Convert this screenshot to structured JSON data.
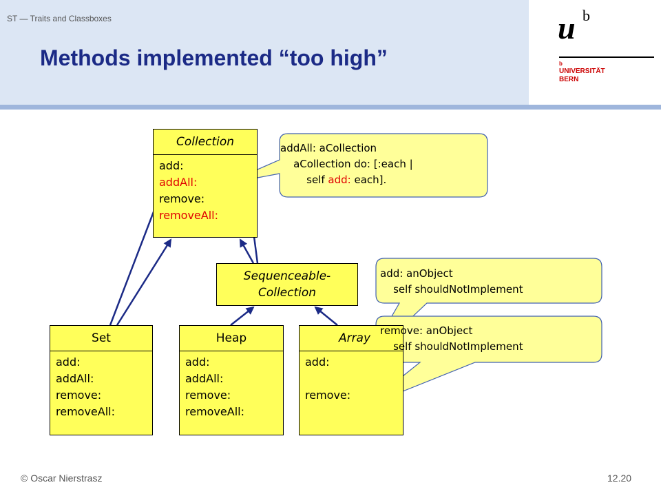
{
  "header": {
    "topic": "ST — Traits and Classboxes",
    "title": "Methods implemented “too high”"
  },
  "logo": {
    "u": "u",
    "b": "b",
    "small_b": "b",
    "line1": "UNIVERSITÄT",
    "line2": "BERN"
  },
  "diagram": {
    "collection": {
      "name": "Collection",
      "m1": "add:",
      "m2": "addAll:",
      "m3": "remove:",
      "m4": "removeAll:"
    },
    "sequenceable": {
      "line1": "Sequenceable-",
      "line2": "Collection"
    },
    "set": {
      "name": "Set",
      "m1": "add:",
      "m2": "addAll:",
      "m3": "remove:",
      "m4": "removeAll:"
    },
    "heap": {
      "name": "Heap",
      "m1": "add:",
      "m2": "addAll:",
      "m3": "remove:",
      "m4": "removeAll:"
    },
    "array": {
      "name": "Array",
      "m1": "add:",
      "m2": "remove:"
    },
    "callout_addall": {
      "line1": "addAll: aCollection",
      "line2_pre": "    aCollection do: [:each |",
      "line3_pre": "        self ",
      "line3_red": "add:",
      "line3_post": " each]."
    },
    "callout_add": {
      "line1": "add: anObject",
      "line2": "    self shouldNotImplement"
    },
    "callout_remove": {
      "line1": "remove: anObject",
      "line2": "    self shouldNotImplement"
    }
  },
  "footer": {
    "copyright": "© Oscar Nierstrasz",
    "page": "12.20"
  },
  "colors": {
    "title": "#1b2a86",
    "box_fill": "#ffff5a",
    "callout_fill": "#ffff99",
    "arrow": "#1b2a86",
    "highlight": "#e00000"
  }
}
